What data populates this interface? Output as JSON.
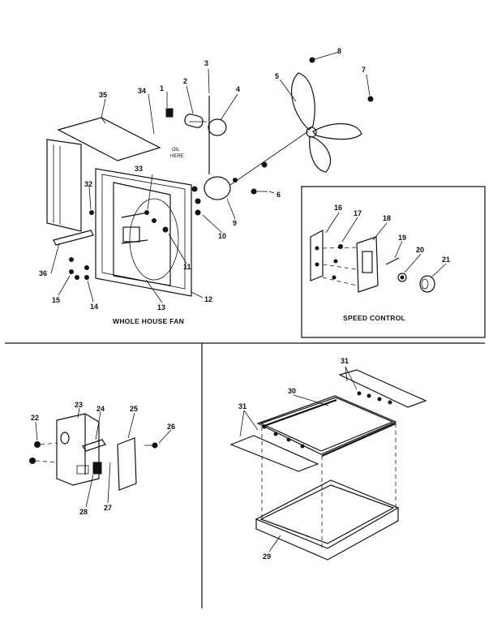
{
  "captions": {
    "whole_house_fan": "WHOLE HOUSE FAN",
    "speed_control": "SPEED CONTROL"
  },
  "oil_note": [
    "OIL",
    "HERE"
  ],
  "callouts": {
    "c1": "1",
    "c2": "2",
    "c3": "3",
    "c4": "4",
    "c5": "5",
    "c6": "6",
    "c7": "7",
    "c8": "8",
    "c9": "9",
    "c10": "10",
    "c11": "11",
    "c12": "12",
    "c13": "13",
    "c14": "14",
    "c15": "15",
    "c16": "16",
    "c17": "17",
    "c18": "18",
    "c19": "19",
    "c20": "20",
    "c21": "21",
    "c22": "22",
    "c23": "23",
    "c24": "24",
    "c25": "25",
    "c26": "26",
    "c27": "27",
    "c28": "28",
    "c29": "29",
    "c30": "30",
    "c31a": "31",
    "c31b": "31",
    "c32": "32",
    "c33": "33",
    "c34": "34",
    "c35": "35",
    "c36": "36"
  }
}
